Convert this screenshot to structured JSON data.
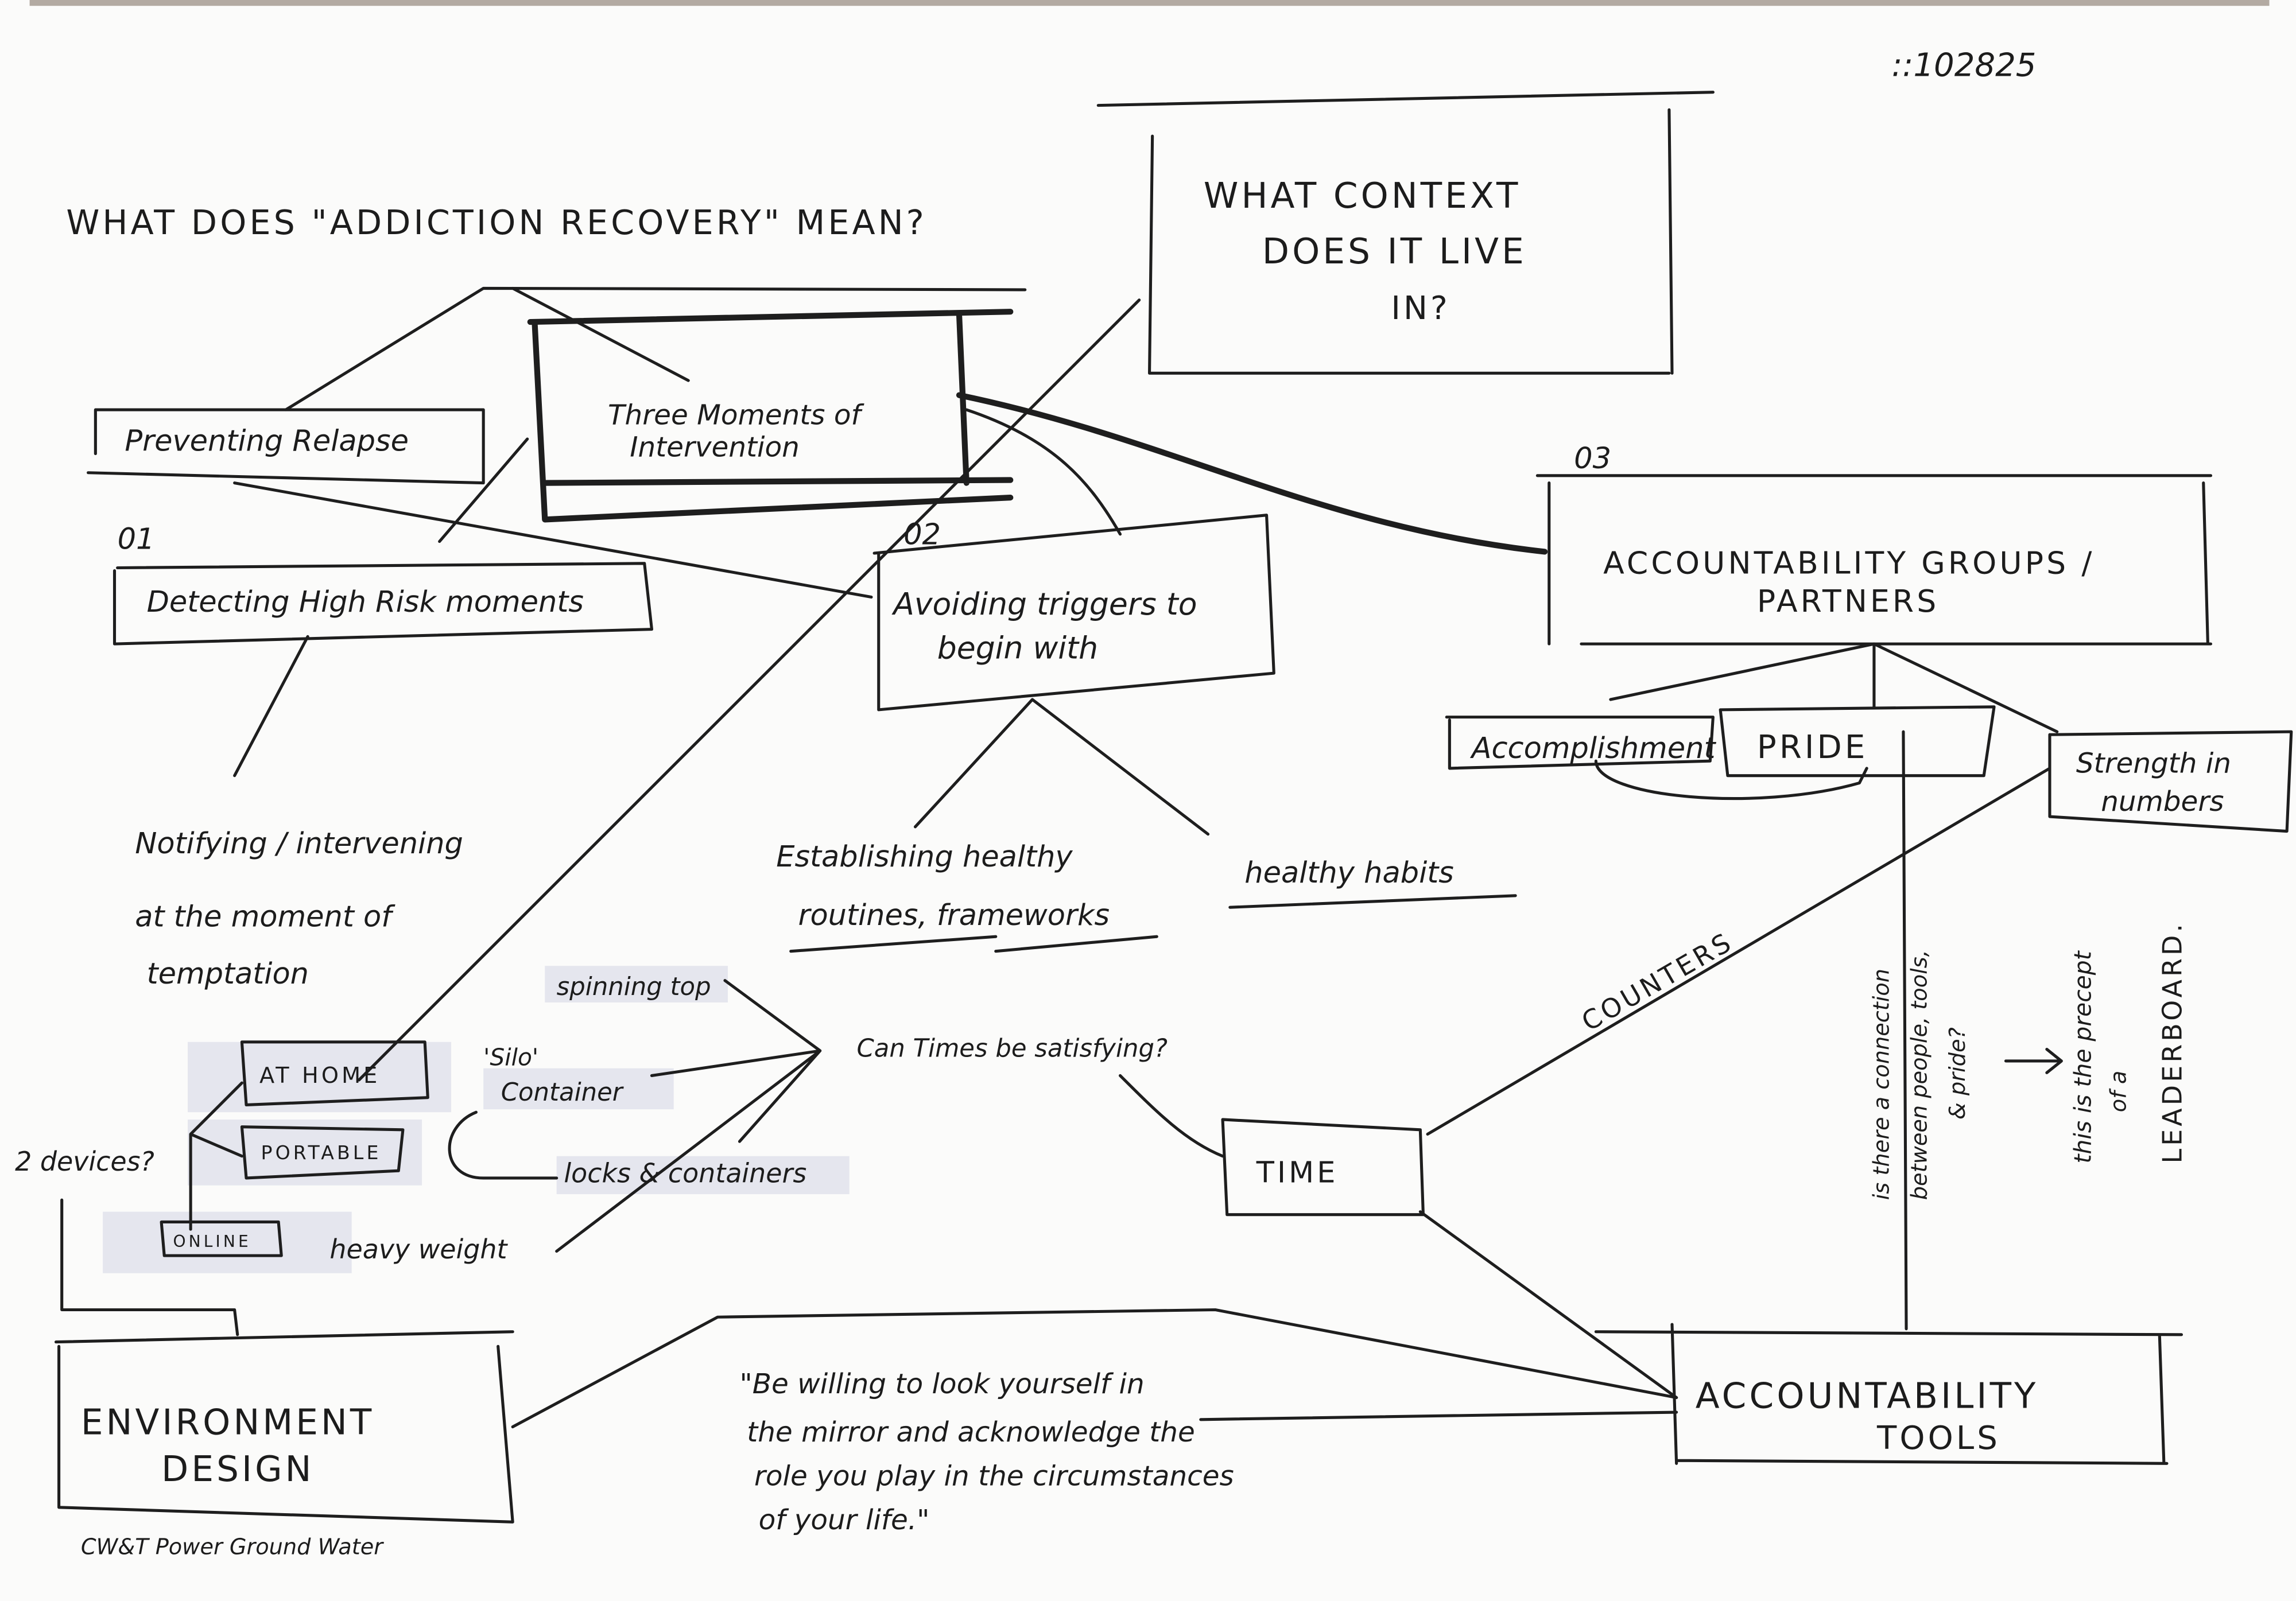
{
  "date_mark": "::102825",
  "title": "WHAT DOES \"ADDICTION RECOVERY\" MEAN?",
  "context": {
    "lines": [
      "WHAT CONTEXT",
      "DOES IT LIVE",
      "IN?"
    ]
  },
  "preventing_relapse": "Preventing Relapse",
  "three_moments": {
    "lines": [
      "Three Moments of",
      "Intervention"
    ]
  },
  "moments": [
    {
      "number": "01",
      "label": "Detecting High Risk moments"
    },
    {
      "number": "02",
      "lines": [
        "Avoiding triggers to",
        "begin with"
      ]
    },
    {
      "number": "03",
      "lines": [
        "ACCOUNTABILITY GROUPS /",
        "PARTNERS"
      ]
    }
  ],
  "notifying": {
    "lines": [
      "Notifying / intervening",
      "at the moment of",
      "temptation"
    ]
  },
  "routines": {
    "lines": [
      "Establishing healthy",
      "routines, frameworks"
    ]
  },
  "healthy_habits": "healthy habits",
  "accomplishment": "Accomplishment",
  "pride": "PRIDE",
  "strength": {
    "lines": [
      "Strength in",
      "numbers"
    ]
  },
  "spinning_top": "spinning top",
  "can_times": "Can Times be satisfying?",
  "silo": {
    "lines": [
      "'Silo'",
      "Container"
    ]
  },
  "devices": {
    "question": "2 devices?",
    "at_home": "AT HOME",
    "portable": "PORTABLE",
    "online": "ONLINE"
  },
  "locks": "locks & containers",
  "heavy_weight": "heavy weight",
  "time": "TIME",
  "counters": "COUNTERS",
  "connection_note": {
    "lines": [
      "is there a connection",
      "between people, tools,",
      "& pride?"
    ]
  },
  "leaderboard_note": {
    "lines": [
      "this is the precept",
      "of a",
      "LEADERBOARD."
    ]
  },
  "environment": {
    "lines": [
      "ENVIRONMENT",
      "DESIGN"
    ],
    "caption": "CW&T Power Ground Water"
  },
  "quote": {
    "lines": [
      "\"Be willing to look yourself in",
      "the mirror and acknowledge the",
      "role you play in the circumstances",
      "of your life.\""
    ]
  },
  "accountability_tools": {
    "lines": [
      "ACCOUNTABILITY",
      "TOOLS"
    ]
  }
}
